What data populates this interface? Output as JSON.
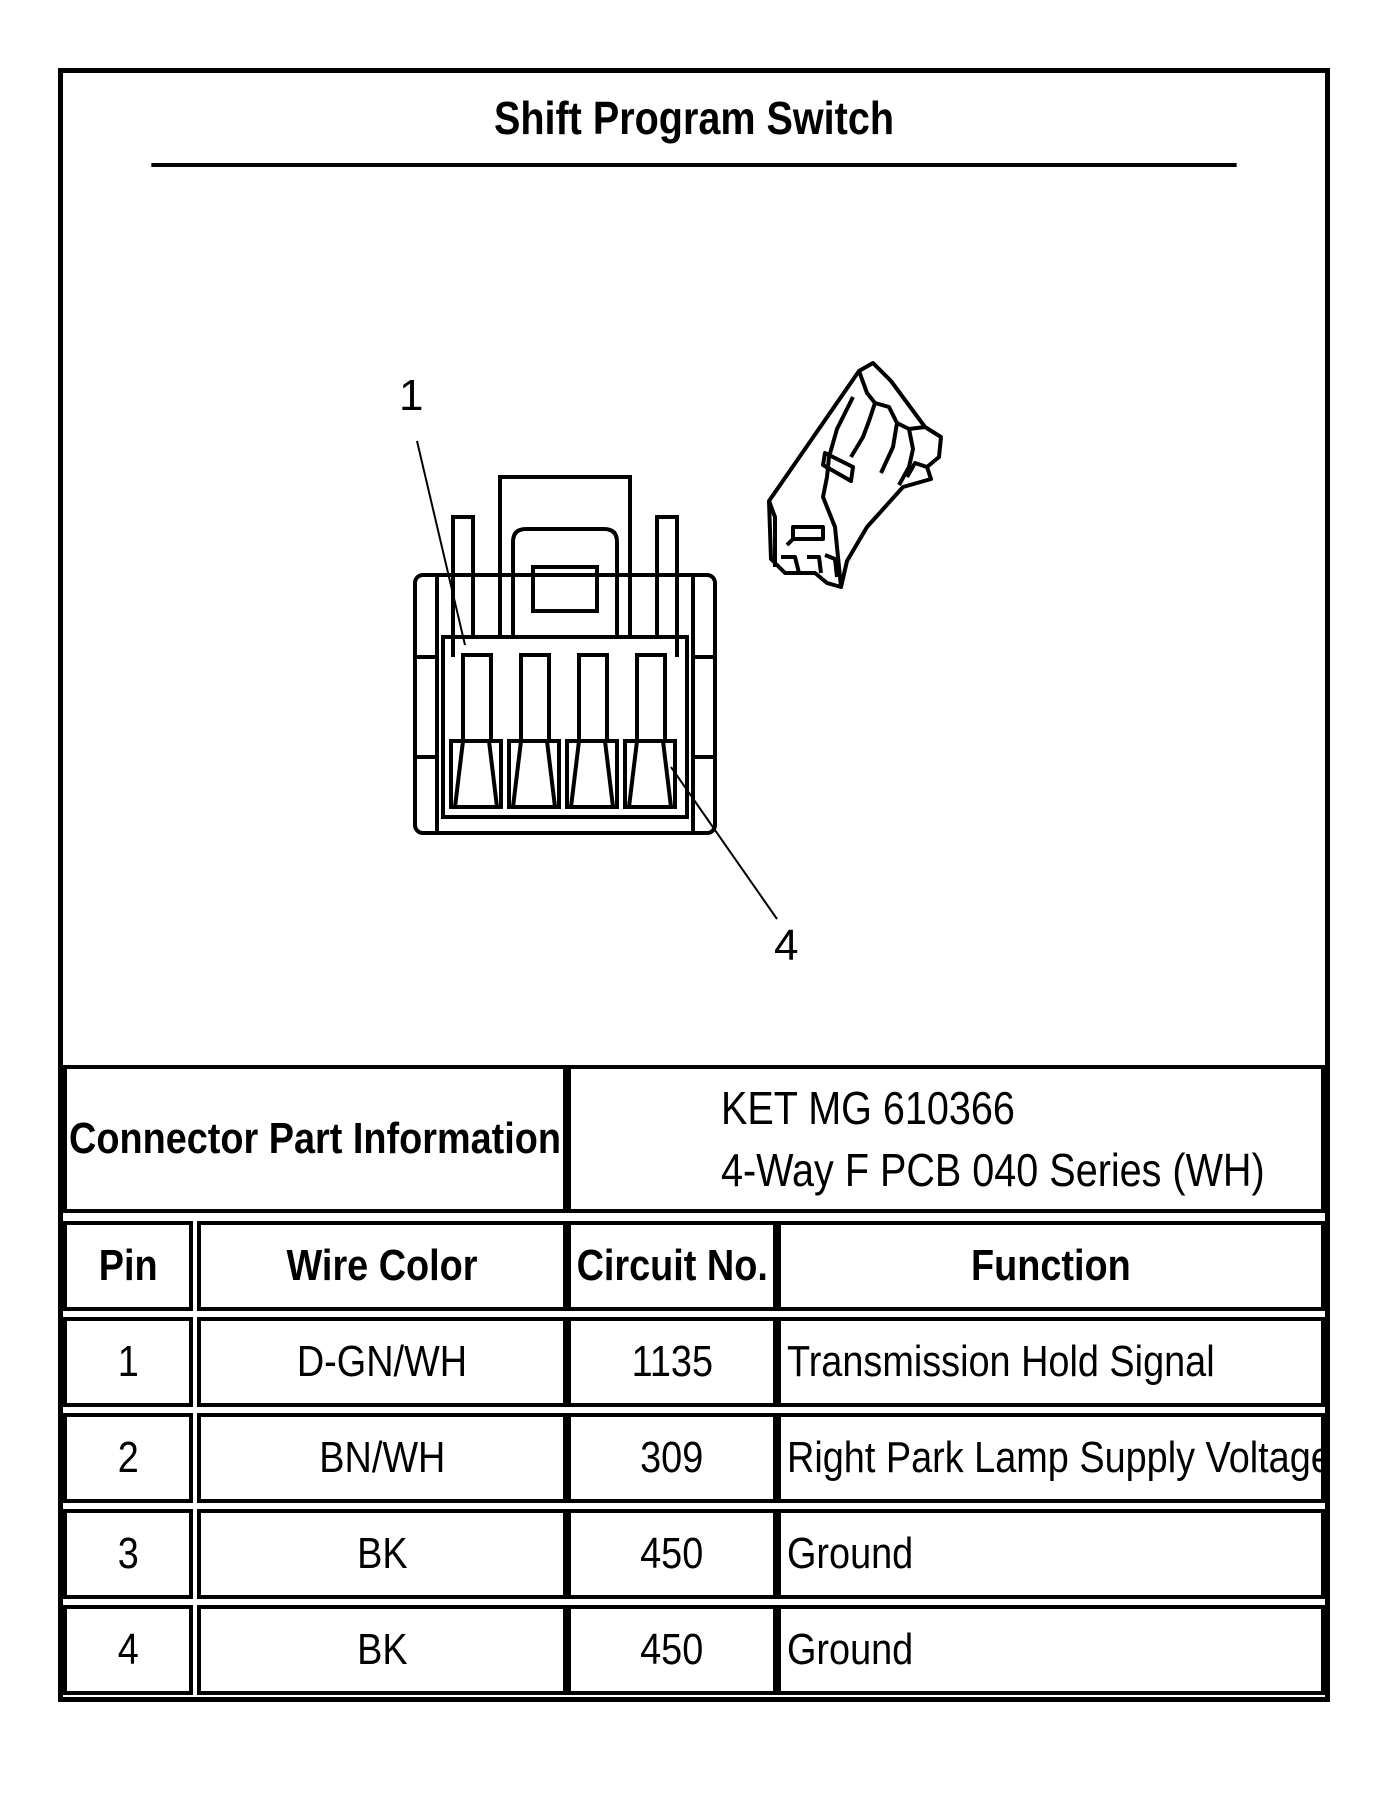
{
  "title": "Shift Program Switch",
  "diagram": {
    "callouts": [
      "1",
      "4"
    ],
    "icons": [
      "connector-face-view",
      "connector-3d-view"
    ]
  },
  "connector_info": {
    "label": "Connector Part Information",
    "part_number": "KET MG 610366",
    "description": "4-Way F PCB 040 Series (WH)"
  },
  "table": {
    "headers": [
      "Pin",
      "Wire Color",
      "Circuit No.",
      "Function"
    ],
    "rows": [
      {
        "pin": "1",
        "wire_color": "D-GN/WH",
        "circuit": "1135",
        "function": "Transmission Hold Signal"
      },
      {
        "pin": "2",
        "wire_color": "BN/WH",
        "circuit": "309",
        "function": "Right Park Lamp Supply Voltage"
      },
      {
        "pin": "3",
        "wire_color": "BK",
        "circuit": "450",
        "function": "Ground"
      },
      {
        "pin": "4",
        "wire_color": "BK",
        "circuit": "450",
        "function": "Ground"
      }
    ]
  }
}
